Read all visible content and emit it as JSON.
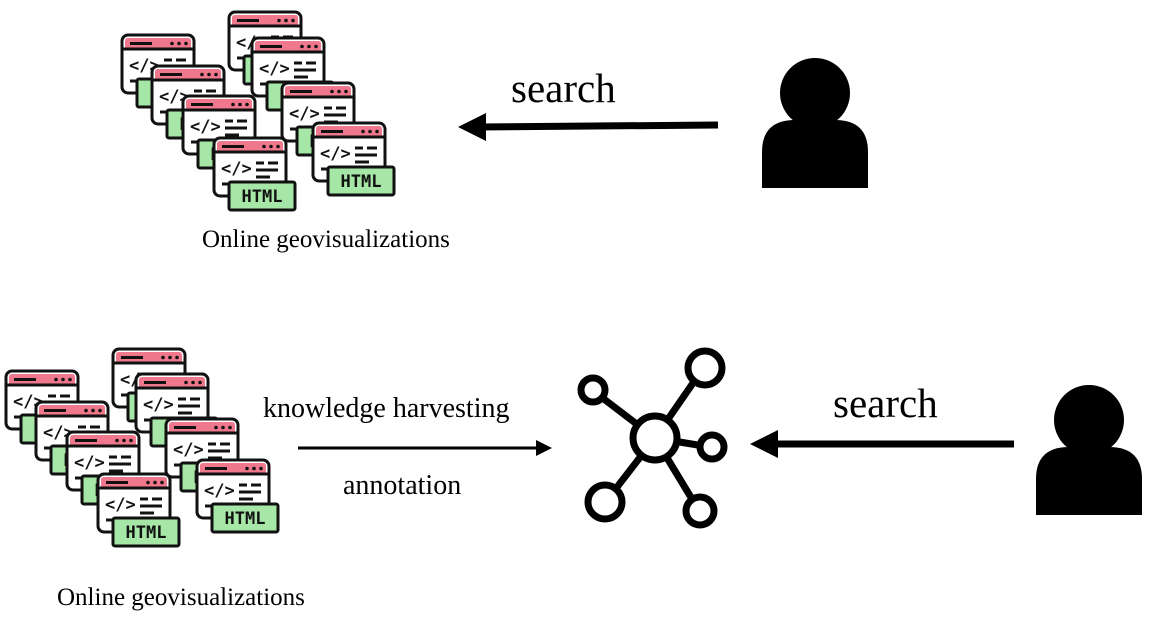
{
  "top_row": {
    "source_label": "Online geovisualizations",
    "action_label": "search",
    "source_icon": "html-pages-icon",
    "user_icon": "user-icon"
  },
  "bottom_row": {
    "source_label": "Online geovisualizations",
    "process_label_upper": "knowledge harvesting",
    "process_label_lower": "annotation",
    "action_label": "search",
    "source_icon": "html-pages-icon",
    "graph_icon": "knowledge-graph-icon",
    "user_icon": "user-icon"
  },
  "colors": {
    "page_header": "#f0788c",
    "page_body": "#ffffff",
    "html_badge": "#a6e6a6",
    "outline": "#111111",
    "icon_fill": "#000000"
  },
  "icon_text": {
    "code_tag": "</>",
    "badge_text": "HTML"
  }
}
